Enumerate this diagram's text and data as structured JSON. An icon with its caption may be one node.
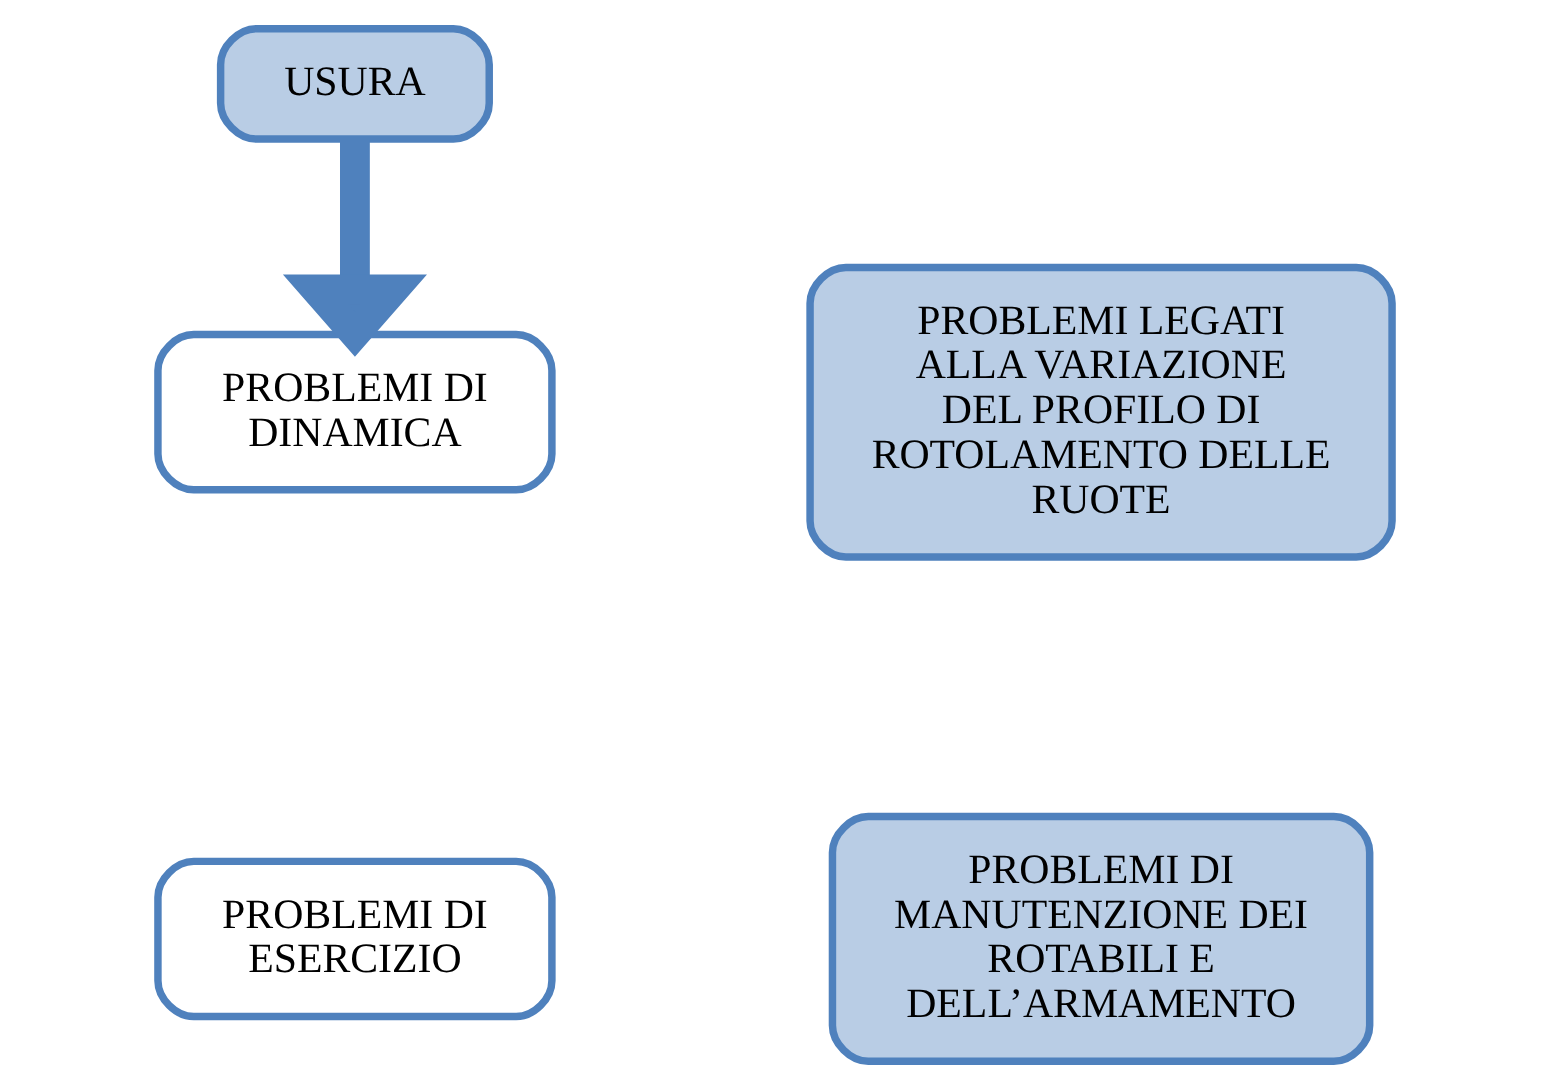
{
  "diagram": {
    "nodes": [
      {
        "text": [
          "USURA"
        ]
      },
      {
        "text": [
          "PROBLEMI DI DINAMICA"
        ]
      },
      {
        "text": [
          "PROBLEMI DI ESERCIZIO"
        ]
      },
      {
        "text": [
          "PROBLEMI LEGATI ALLA VARIAZIONE DEL PROFILO DI ROTOLAMENTO DELLE RUOTE"
        ]
      },
      {
        "text": [
          "PROBLEMI DI MANUTENZIONE DEI ROTABILI E DELL’ARMAMENTO"
        ]
      }
    ],
    "edges": [
      {
        "from": 0,
        "to": 1,
        "arrow": "to"
      }
    ]
  }
}
